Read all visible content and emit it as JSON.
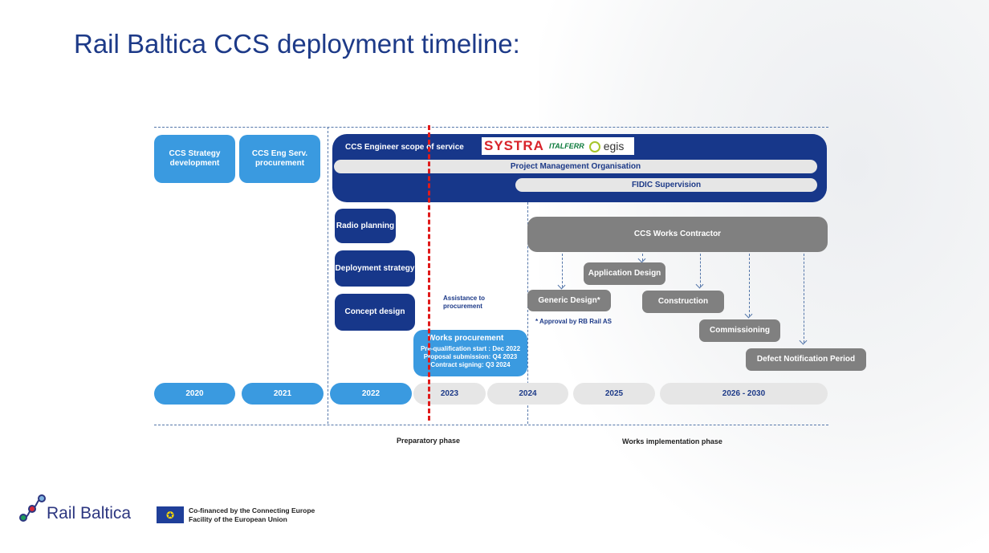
{
  "title": "Rail Baltica CCS deployment timeline:",
  "boxes": {
    "strategy": "CCS Strategy development",
    "eng_proc": "CCS Eng Serv. procurement",
    "engineer_scope": "CCS Engineer scope of service",
    "pmo": "Project Management Organisation",
    "fidic": "FIDIC Supervision",
    "radio": "Radio planning",
    "deployment": "Deployment strategy",
    "concept": "Concept design",
    "assistance": "Assistance to procurement",
    "works_contractor": "CCS Works Contractor",
    "application": "Application Design",
    "generic": "Generic Design*",
    "construction": "Construction",
    "commissioning": "Commissioning",
    "defect": "Defect Notification Period",
    "approval_note": "* Approval by RB Rail AS",
    "works_proc": {
      "title": "Works procurement",
      "lines": [
        "Pre-qualification start : Dec 2022",
        "Proposal submission: Q4 2023",
        "Contract signing: Q3 2024"
      ]
    }
  },
  "logos": {
    "systra": "SYSTRA",
    "italferr": "ITALFERR",
    "egis": "egis"
  },
  "years": [
    "2020",
    "2021",
    "2022",
    "2023",
    "2024",
    "2025",
    "2026 - 2030"
  ],
  "phases": {
    "prep": "Preparatory phase",
    "works": "Works implementation phase"
  },
  "footer": {
    "brand": "Rail Baltica",
    "eu_text_1": "Co-financed by the Connecting Europe",
    "eu_text_2": "Facility of the European Union"
  },
  "colors": {
    "navy": "#17378a",
    "light_blue": "#3a9ae0",
    "gray": "#808080",
    "red_line": "#e01a1a"
  }
}
